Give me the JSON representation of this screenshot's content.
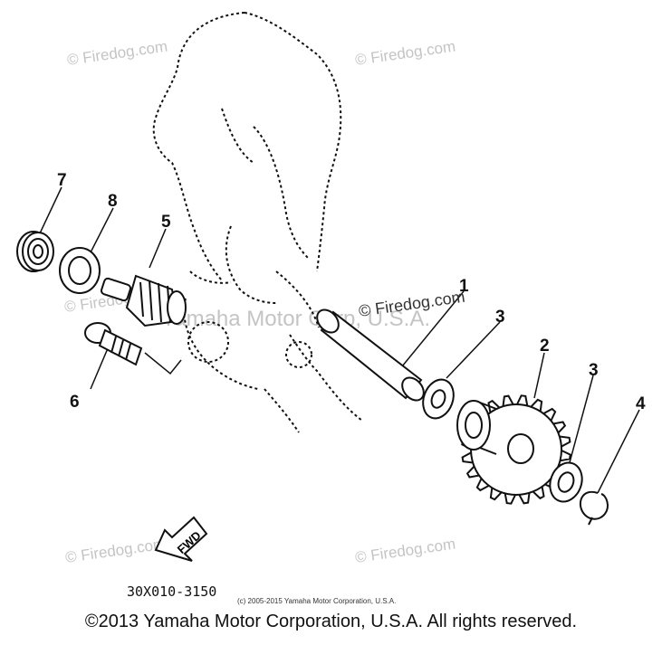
{
  "watermarks": {
    "site": "© Firedog.com",
    "center": "© Firedog.com",
    "overlay": "Yamaha Motor Corp, U.S.A."
  },
  "part_numbers": {
    "p1": "1",
    "p2": "2",
    "p3a": "3",
    "p3b": "3",
    "p4": "4",
    "p5": "5",
    "p6": "6",
    "p7": "7",
    "p8": "8"
  },
  "arrow_label": "FWD",
  "diagram_code": "30X010-3150",
  "small_copyright": "(c) 2005-2015 Yamaha Motor Corporation, U.S.A.",
  "footer_copyright": "©2013 Yamaha Motor Corporation, U.S.A. All rights reserved."
}
